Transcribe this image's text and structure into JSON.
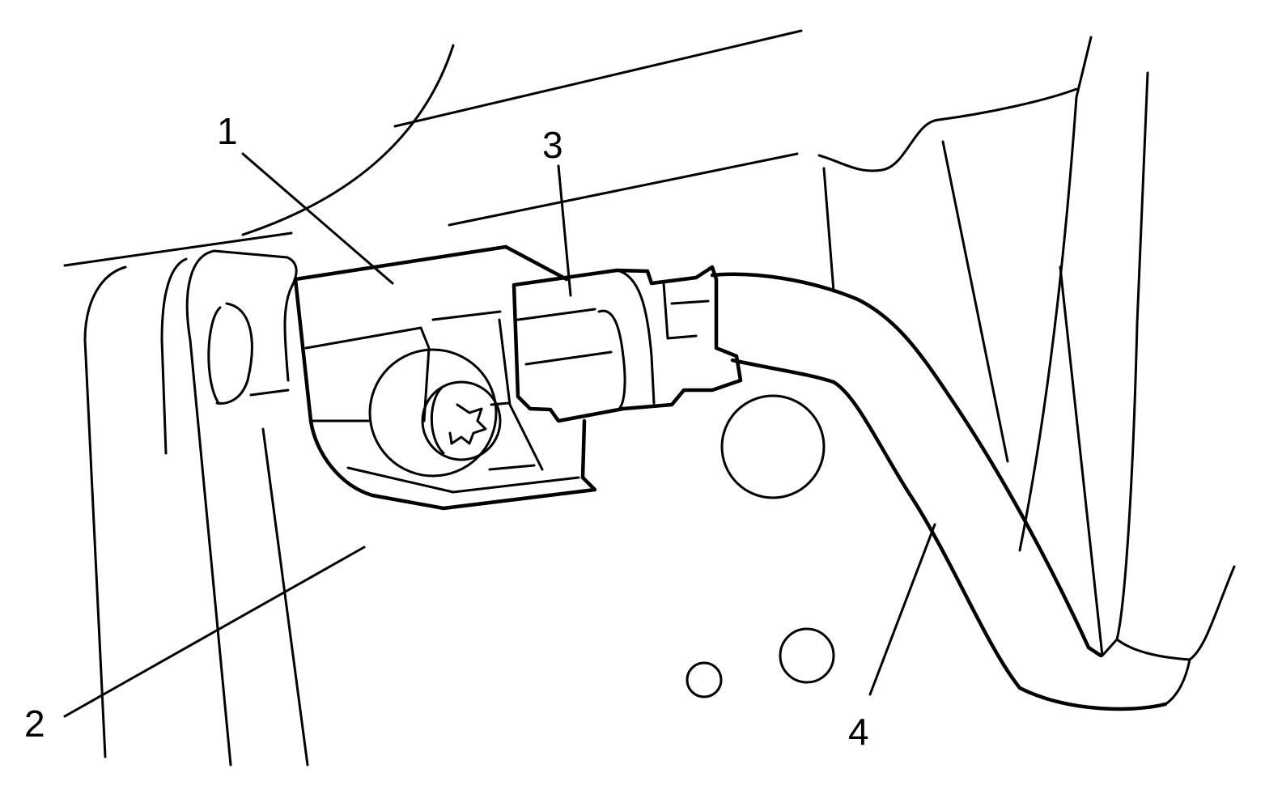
{
  "callouts": [
    {
      "id": "c1",
      "text": "1"
    },
    {
      "id": "c2",
      "text": "2"
    },
    {
      "id": "c3",
      "text": "3"
    },
    {
      "id": "c4",
      "text": "4"
    }
  ],
  "colors": {
    "line": "#000000",
    "background": "#ffffff"
  }
}
